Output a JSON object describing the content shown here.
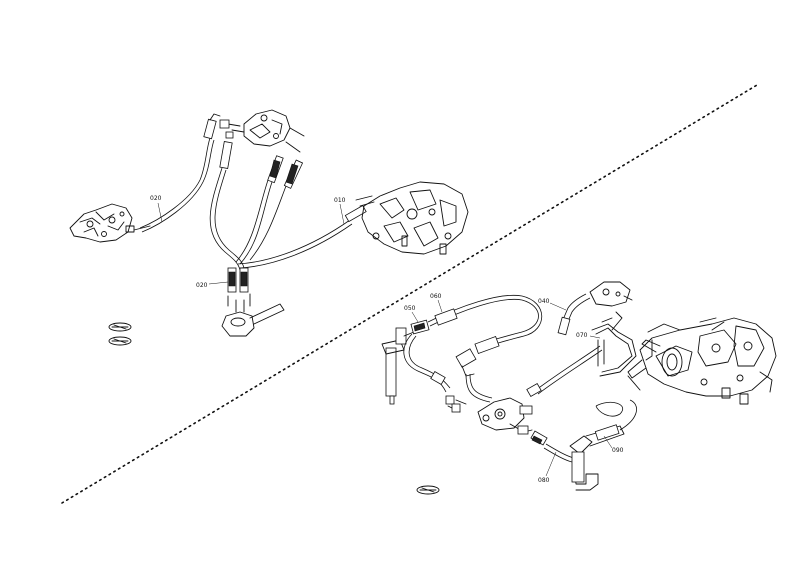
{
  "callouts": {
    "c010": "010",
    "c020a": "020",
    "c020b": "020",
    "c040": "040",
    "c050": "050",
    "c060": "060",
    "c070": "070",
    "c080": "080",
    "c090": "090"
  }
}
